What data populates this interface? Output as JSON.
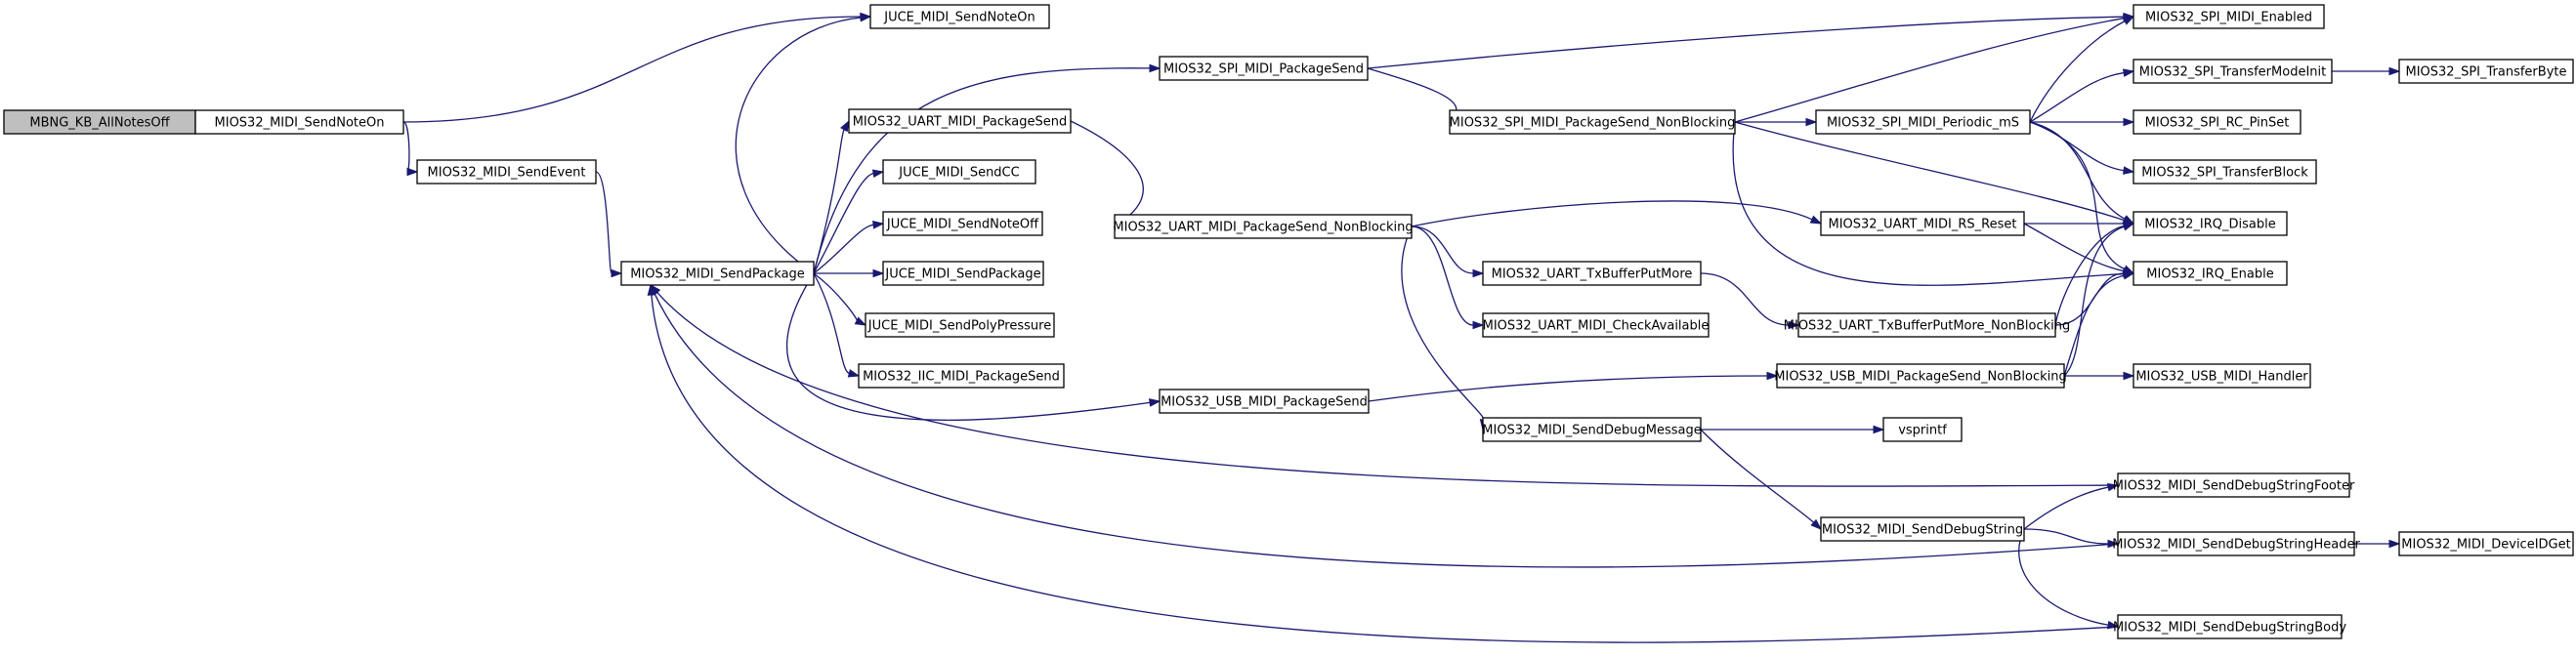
{
  "graph": {
    "nodes": [
      {
        "id": "n0",
        "label": "MBNG_KB_AllNotesOff",
        "highlight": true
      },
      {
        "id": "n1",
        "label": "MIOS32_MIDI_SendNoteOn"
      },
      {
        "id": "n2",
        "label": "MIOS32_MIDI_SendEvent"
      },
      {
        "id": "n3",
        "label": "MIOS32_MIDI_SendPackage"
      },
      {
        "id": "n4",
        "label": "JUCE_MIDI_SendNoteOn"
      },
      {
        "id": "n5",
        "label": "MIOS32_SPI_MIDI_PackageSend"
      },
      {
        "id": "n6",
        "label": "MIOS32_UART_MIDI_PackageSend"
      },
      {
        "id": "n7",
        "label": "JUCE_MIDI_SendCC"
      },
      {
        "id": "n8",
        "label": "JUCE_MIDI_SendNoteOff"
      },
      {
        "id": "n9",
        "label": "JUCE_MIDI_SendPackage"
      },
      {
        "id": "n10",
        "label": "JUCE_MIDI_SendPolyPressure"
      },
      {
        "id": "n11",
        "label": "MIOS32_IIC_MIDI_PackageSend"
      },
      {
        "id": "n12",
        "label": "MIOS32_USB_MIDI_PackageSend"
      },
      {
        "id": "n13",
        "label": "MIOS32_SPI_MIDI_PackageSend_NonBlocking"
      },
      {
        "id": "n14",
        "label": "MIOS32_UART_MIDI_PackageSend_NonBlocking"
      },
      {
        "id": "n15",
        "label": "MIOS32_UART_TxBufferPutMore"
      },
      {
        "id": "n16",
        "label": "MIOS32_UART_MIDI_CheckAvailable"
      },
      {
        "id": "n17",
        "label": "MIOS32_MIDI_SendDebugMessage"
      },
      {
        "id": "n18",
        "label": "MIOS32_SPI_MIDI_Periodic_mS"
      },
      {
        "id": "n19",
        "label": "MIOS32_UART_MIDI_RS_Reset"
      },
      {
        "id": "n20",
        "label": "MIOS32_UART_TxBufferPutMore_NonBlocking"
      },
      {
        "id": "n21",
        "label": "MIOS32_USB_MIDI_PackageSend_NonBlocking"
      },
      {
        "id": "n22",
        "label": "vsprintf"
      },
      {
        "id": "n23",
        "label": "MIOS32_MIDI_SendDebugString"
      },
      {
        "id": "n24",
        "label": "MIOS32_SPI_MIDI_Enabled"
      },
      {
        "id": "n25",
        "label": "MIOS32_SPI_TransferModeInit"
      },
      {
        "id": "n26",
        "label": "MIOS32_SPI_RC_PinSet"
      },
      {
        "id": "n27",
        "label": "MIOS32_SPI_TransferBlock"
      },
      {
        "id": "n28",
        "label": "MIOS32_IRQ_Disable"
      },
      {
        "id": "n29",
        "label": "MIOS32_IRQ_Enable"
      },
      {
        "id": "n30",
        "label": "MIOS32_USB_MIDI_Handler"
      },
      {
        "id": "n31",
        "label": "MIOS32_MIDI_SendDebugStringFooter"
      },
      {
        "id": "n32",
        "label": "MIOS32_MIDI_SendDebugStringHeader"
      },
      {
        "id": "n33",
        "label": "MIOS32_MIDI_SendDebugStringBody"
      },
      {
        "id": "n34",
        "label": "MIOS32_SPI_TransferByte"
      },
      {
        "id": "n35",
        "label": "MIOS32_MIDI_DeviceIDGet"
      }
    ],
    "edges": [
      {
        "from": "n0",
        "to": "n1"
      },
      {
        "from": "n1",
        "to": "n4"
      },
      {
        "from": "n1",
        "to": "n2"
      },
      {
        "from": "n2",
        "to": "n3"
      },
      {
        "from": "n3",
        "to": "n4"
      },
      {
        "from": "n3",
        "to": "n5"
      },
      {
        "from": "n3",
        "to": "n6"
      },
      {
        "from": "n3",
        "to": "n7"
      },
      {
        "from": "n3",
        "to": "n8"
      },
      {
        "from": "n3",
        "to": "n9"
      },
      {
        "from": "n3",
        "to": "n10"
      },
      {
        "from": "n3",
        "to": "n11"
      },
      {
        "from": "n3",
        "to": "n12"
      },
      {
        "from": "n5",
        "to": "n24"
      },
      {
        "from": "n5",
        "to": "n13"
      },
      {
        "from": "n6",
        "to": "n14"
      },
      {
        "from": "n13",
        "to": "n24"
      },
      {
        "from": "n13",
        "to": "n18"
      },
      {
        "from": "n13",
        "to": "n28"
      },
      {
        "from": "n13",
        "to": "n29"
      },
      {
        "from": "n14",
        "to": "n19"
      },
      {
        "from": "n14",
        "to": "n15"
      },
      {
        "from": "n14",
        "to": "n16"
      },
      {
        "from": "n14",
        "to": "n17"
      },
      {
        "from": "n15",
        "to": "n20"
      },
      {
        "from": "n12",
        "to": "n21"
      },
      {
        "from": "n17",
        "to": "n22"
      },
      {
        "from": "n17",
        "to": "n23"
      },
      {
        "from": "n18",
        "to": "n24"
      },
      {
        "from": "n18",
        "to": "n25"
      },
      {
        "from": "n18",
        "to": "n26"
      },
      {
        "from": "n18",
        "to": "n27"
      },
      {
        "from": "n18",
        "to": "n28"
      },
      {
        "from": "n18",
        "to": "n29"
      },
      {
        "from": "n19",
        "to": "n28"
      },
      {
        "from": "n19",
        "to": "n29"
      },
      {
        "from": "n20",
        "to": "n28"
      },
      {
        "from": "n20",
        "to": "n29"
      },
      {
        "from": "n21",
        "to": "n28"
      },
      {
        "from": "n21",
        "to": "n29"
      },
      {
        "from": "n21",
        "to": "n30"
      },
      {
        "from": "n25",
        "to": "n34"
      },
      {
        "from": "n23",
        "to": "n31"
      },
      {
        "from": "n23",
        "to": "n32"
      },
      {
        "from": "n23",
        "to": "n33"
      },
      {
        "from": "n32",
        "to": "n35"
      },
      {
        "from": "n31",
        "to": "n3"
      },
      {
        "from": "n32",
        "to": "n3"
      },
      {
        "from": "n33",
        "to": "n3"
      }
    ]
  }
}
